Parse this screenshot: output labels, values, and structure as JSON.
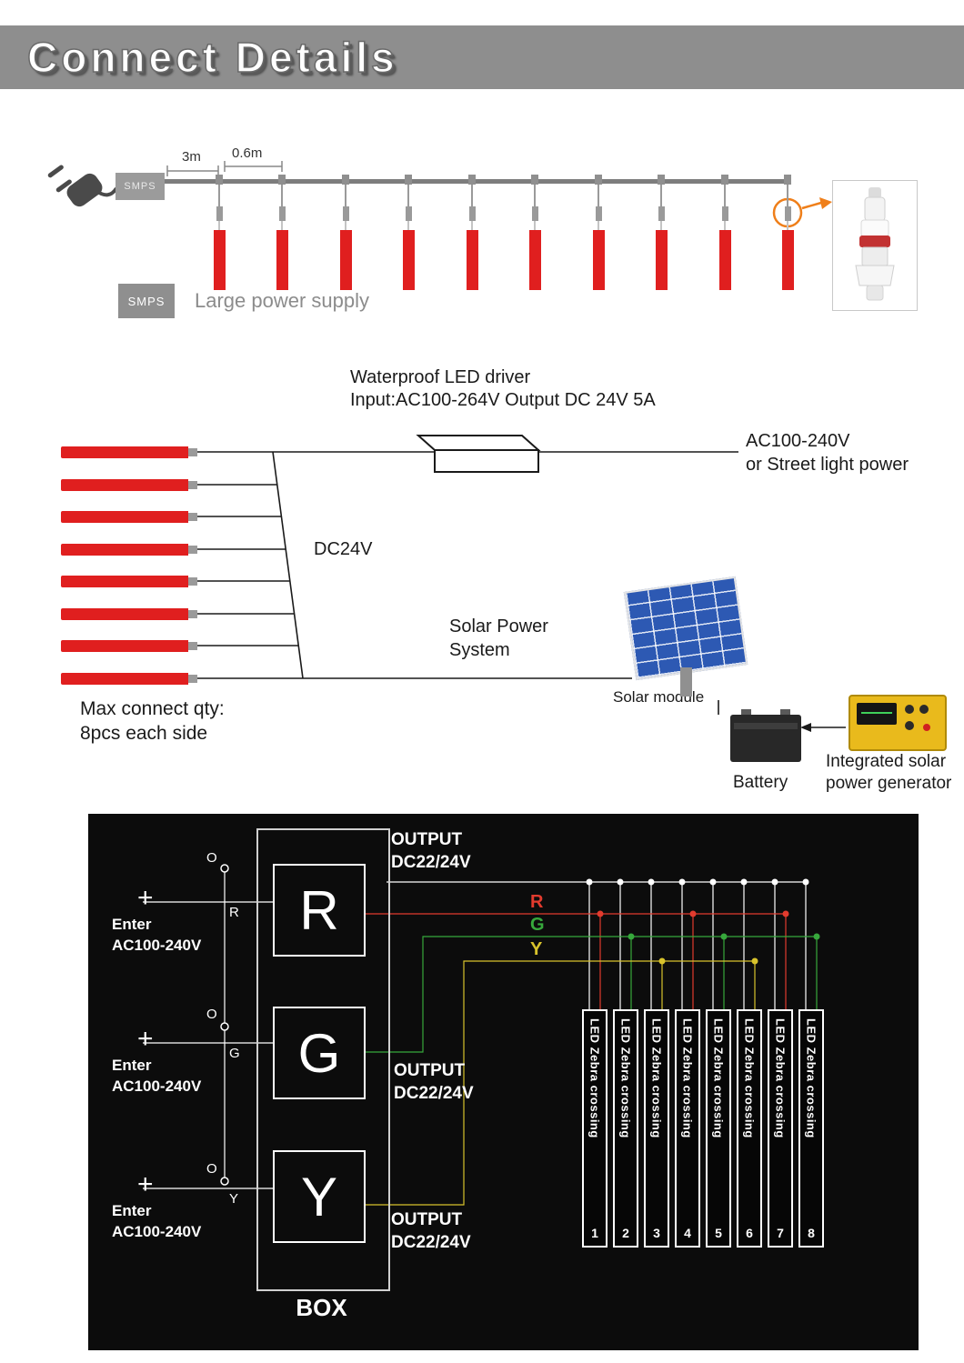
{
  "header": {
    "title": "Connect Details"
  },
  "colors": {
    "header_gray": "#8e8e8e",
    "tube_red": "#e01f1f",
    "highlight_orange": "#ef7f1a",
    "wire_red": "#e23b2e",
    "wire_green": "#37a83c",
    "wire_yellow": "#d8c32c",
    "panel_black": "#0c0c0c",
    "solar_blue": "#2d59b3",
    "generator_yellow": "#e9ba1c"
  },
  "string_diagram": {
    "dim_3m": "3m",
    "dim_06m": "0.6m",
    "smps_tag": "SMPS",
    "legend_tag": "SMPS",
    "legend_text": "Large power supply"
  },
  "wiring_diagram": {
    "driver_line1": "Waterproof LED driver",
    "driver_line2": "Input:AC100-264V Output DC 24V 5A",
    "ac_line1": "AC100-240V",
    "ac_line2": "or Street light power",
    "dc_label": "DC24V",
    "solar_line1": "Solar Power",
    "solar_line2": "System",
    "solar_module_label": "Solar module",
    "battery_label": "Battery",
    "generator_line1": "Integrated solar",
    "generator_line2": "power generator",
    "max_line1": "Max connect qty:",
    "max_line2": "8pcs each side"
  },
  "panel": {
    "box_label": "BOX",
    "output_line1": "OUTPUT",
    "output_line2": "DC22/24V",
    "plus": "+",
    "o_terminal": "O",
    "enter_line1": "Enter",
    "enter_line2": "AC100-240V",
    "r": "R",
    "g": "G",
    "y": "Y",
    "bars": [
      {
        "label": "LED Zebra crossing",
        "num": "1"
      },
      {
        "label": "LED Zebra crossing",
        "num": "2"
      },
      {
        "label": "LED Zebra crossing",
        "num": "3"
      },
      {
        "label": "LED Zebra crossing",
        "num": "4"
      },
      {
        "label": "LED Zebra crossing",
        "num": "5"
      },
      {
        "label": "LED Zebra crossing",
        "num": "6"
      },
      {
        "label": "LED Zebra crossing",
        "num": "7"
      },
      {
        "label": "LED Zebra crossing",
        "num": "8"
      }
    ]
  }
}
